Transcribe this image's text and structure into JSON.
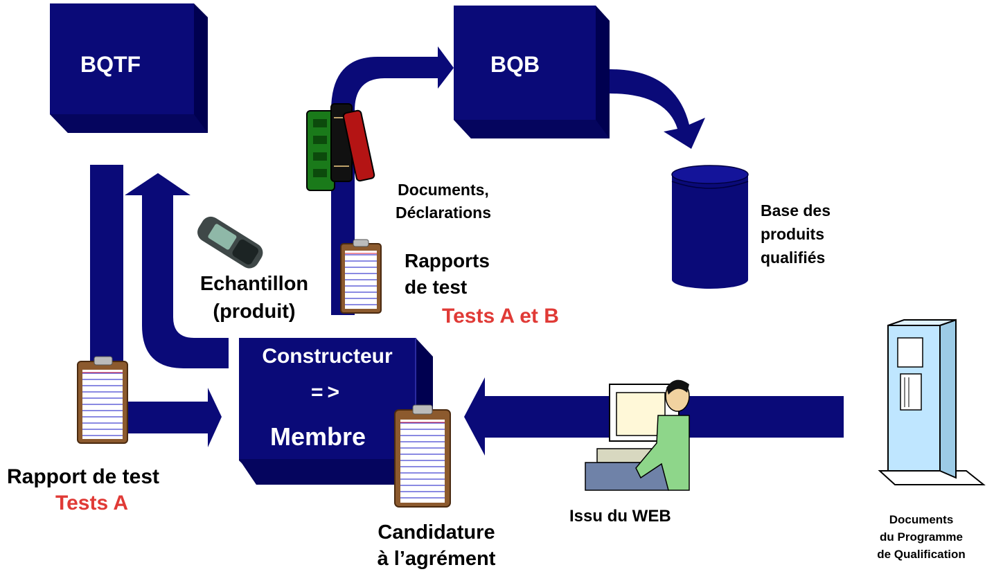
{
  "colors": {
    "navy": "#0a0a78",
    "navy_dark": "#000050",
    "red_text": "#e03a36",
    "server_blue": "#bfe6ff",
    "clipboard_brown": "#8c5a2e"
  },
  "boxes": {
    "bqtf": "BQTF",
    "bqb": "BQB",
    "constructeur_line1": "Constructeur",
    "constructeur_line2": "=>",
    "constructeur_line3": "Membre"
  },
  "labels": {
    "documents_line1": "Documents,",
    "documents_line2": "Déclarations",
    "base_line1": "Base des",
    "base_line2": "produits",
    "base_line3": "qualifiés",
    "rapports_line1": "Rapports",
    "rapports_line2": "de test",
    "tests_ab": "Tests A et B",
    "echantillon_line1": "Echantillon",
    "echantillon_line2": "(produit)",
    "rapport_line1": "Rapport de test",
    "tests_a": "Tests A",
    "candidature_line1": "Candidature",
    "candidature_line2": "à l’agrément",
    "web": "Issu du WEB",
    "docprog_line1": "Documents",
    "docprog_line2": "du Programme",
    "docprog_line3": "de Qualification"
  },
  "icons": [
    "books-icon",
    "phone-icon",
    "clipboard-icon",
    "database-cylinder-icon",
    "person-at-computer-icon",
    "server-tower-icon"
  ]
}
